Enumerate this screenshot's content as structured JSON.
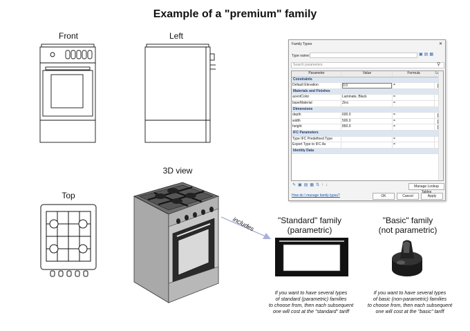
{
  "title": "Example of a \"premium\" family",
  "views": {
    "front": "Front",
    "left": "Left",
    "top": "Top",
    "view3d": "3D view"
  },
  "arrow_label": "includes",
  "dialog": {
    "title": "Family Types",
    "close": "✕",
    "type_name_label": "Type name:",
    "search_placeholder": "Search parameters",
    "columns": [
      "Parameter",
      "Value",
      "Formula",
      "Lock"
    ],
    "sections": [
      {
        "name": "Constraints",
        "rows": [
          {
            "param": "Default Elevation",
            "value": "0.0",
            "formula": "=",
            "lock": true,
            "editing": true
          }
        ]
      },
      {
        "name": "Materials and Finishes",
        "rows": [
          {
            "param": "acentColor",
            "value": "Laminate, Black",
            "formula": "=",
            "lock": false
          },
          {
            "param": "baseMaterial",
            "value": "Zinc",
            "formula": "=",
            "lock": false
          }
        ]
      },
      {
        "name": "Dimensions",
        "rows": [
          {
            "param": "depth",
            "value": "600.0",
            "formula": "=",
            "lock": true
          },
          {
            "param": "width",
            "value": "500.0",
            "formula": "=",
            "lock": true
          },
          {
            "param": "height",
            "value": "850.0",
            "formula": "=",
            "lock": true
          }
        ]
      },
      {
        "name": "IFC Parameters",
        "rows": [
          {
            "param": "Type IFC Predefined Type",
            "value": "",
            "formula": "=",
            "lock": false
          },
          {
            "param": "Export Type to IFC As",
            "value": "",
            "formula": "=",
            "lock": false
          }
        ]
      },
      {
        "name": "Identity Data",
        "rows": []
      }
    ],
    "manage_lookup": "Manage Lookup Tables",
    "help_link": "How do I manage family types?",
    "ok": "OK",
    "cancel": "Cancel",
    "apply": "Apply"
  },
  "standard": {
    "title1": "\"Standard\" family",
    "title2": "(parametric)",
    "note": [
      "If you want to have several types",
      "of standard (parametric) families",
      "to choose from, then each subsequent",
      "one will cost at the \"standard\" tariff"
    ]
  },
  "basic": {
    "title1": "\"Basic\" family",
    "title2": "(not parametric)",
    "note": [
      "If you want to have several types",
      "of basic (non-parametric) families",
      "to choose from, then each subsequent",
      "one will cost at the \"basic\" tariff"
    ]
  }
}
